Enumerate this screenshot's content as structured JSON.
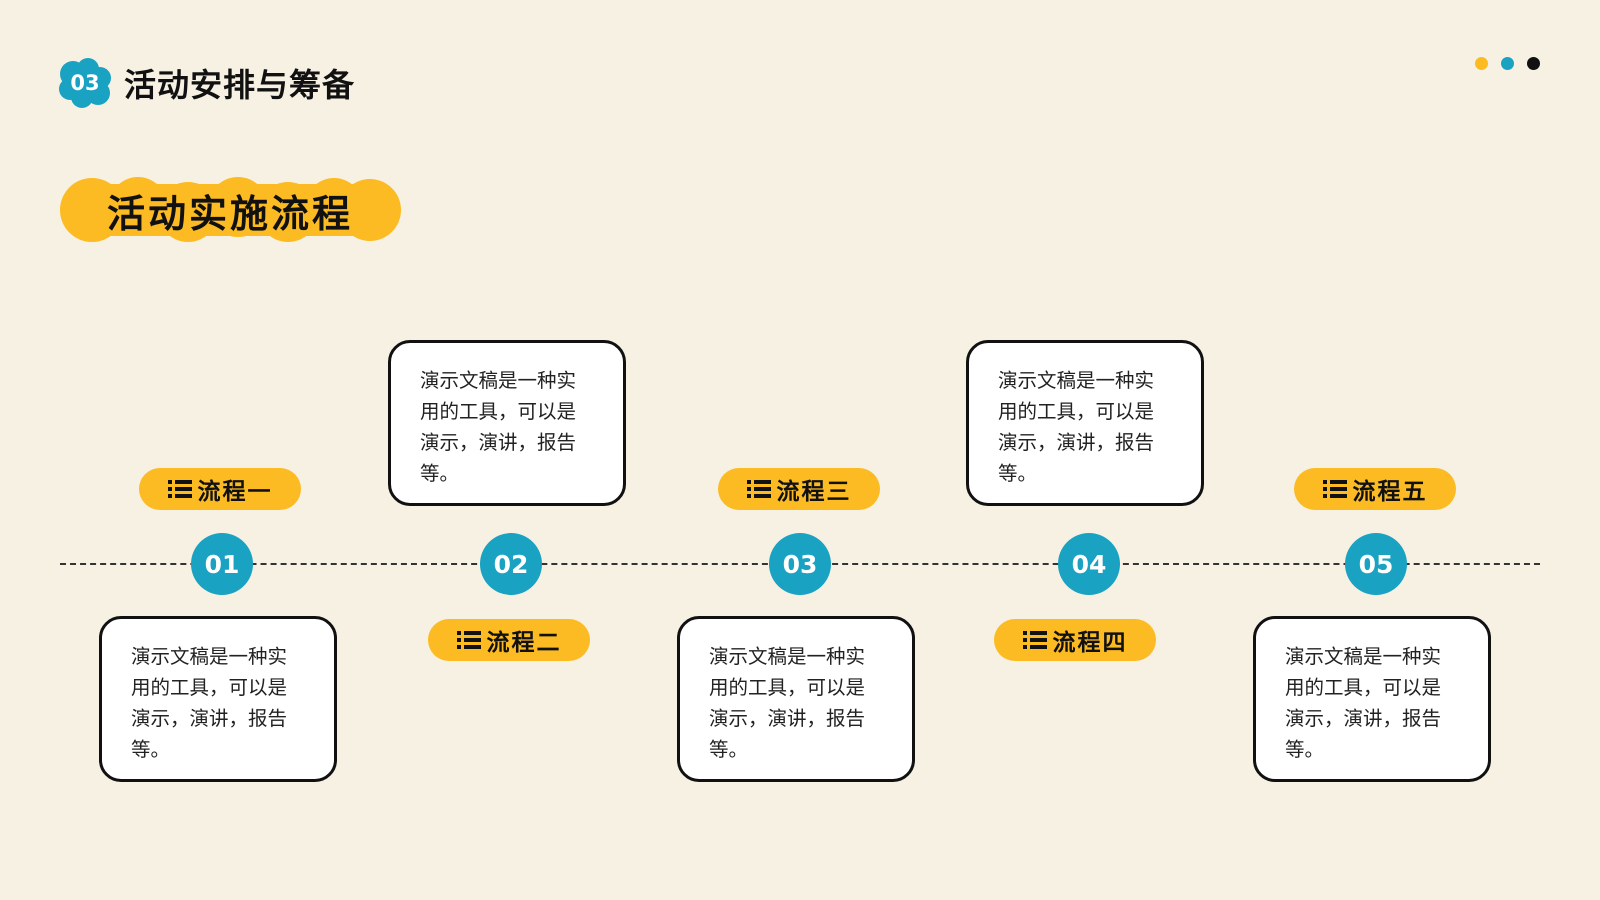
{
  "header": {
    "badge": "03",
    "title": "活动安排与筹备"
  },
  "colors": {
    "accent_blue": "#19a2c2",
    "accent_yellow": "#fcbb23",
    "background": "#f6f1e3",
    "dot_1": "#fcbb23",
    "dot_2": "#19a2c2",
    "dot_3": "#111111"
  },
  "section": {
    "title": "活动实施流程"
  },
  "steps": [
    {
      "number": "01",
      "label": "流程一",
      "text": "演示文稿是一种实用的工具，可以是演示，演讲，报告等。"
    },
    {
      "number": "02",
      "label": "流程二",
      "text": "演示文稿是一种实用的工具，可以是演示，演讲，报告等。"
    },
    {
      "number": "03",
      "label": "流程三",
      "text": "演示文稿是一种实用的工具，可以是演示，演讲，报告等。"
    },
    {
      "number": "04",
      "label": "流程四",
      "text": "演示文稿是一种实用的工具，可以是演示，演讲，报告等。"
    },
    {
      "number": "05",
      "label": "流程五",
      "text": "演示文稿是一种实用的工具，可以是演示，演讲，报告等。"
    }
  ],
  "icons": {
    "label_icon": "list-icon"
  }
}
